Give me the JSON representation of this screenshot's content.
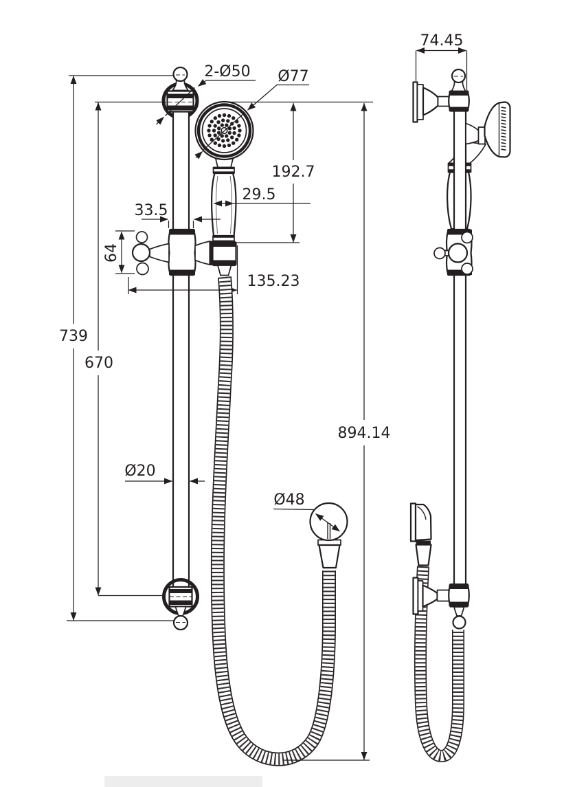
{
  "drawing": {
    "type": "technical-dimension-drawing",
    "subject": "hand shower on sliding rail with hose and wall elbow",
    "views": [
      "front-elevation",
      "side-elevation"
    ]
  },
  "style": {
    "line_color": "#231f20",
    "background": "#ffffff"
  },
  "dimensions": {
    "rail_overall_length": "739",
    "bracket_centres_spacing": "670",
    "slider_body_height": "64",
    "bracket_width": "33.5",
    "handle_width": "29.5",
    "slider_reach": "135.23",
    "rail_tube_diameter": "Ø20",
    "wall_brackets": "2-Ø50",
    "head_face_diameter": "Ø77",
    "handset_length": "192.7",
    "overall_drop": "894.14",
    "wall_projection": "74.45",
    "elbow_outlet_diameter": "Ø48"
  }
}
